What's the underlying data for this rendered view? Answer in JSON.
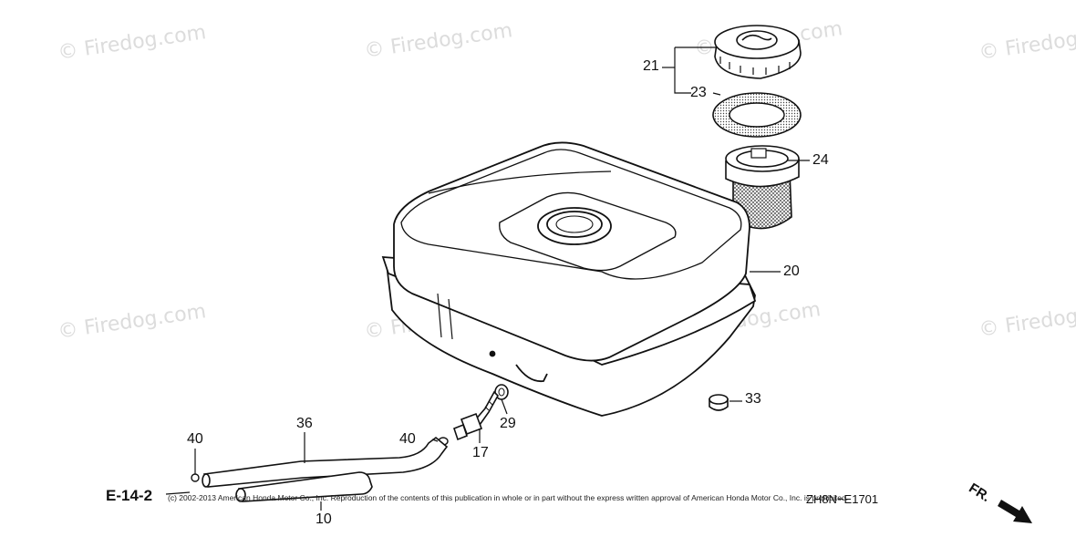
{
  "watermarks": {
    "w1": "© Firedog.com",
    "w2": "© Firedog.com",
    "w3": "© Firedog.com",
    "w4": "© Firedog.com",
    "w5": "© Firedog.com",
    "w6": "© Firedog.com",
    "w7": "© Firedog.com",
    "w8": "© Firedog.com"
  },
  "callouts": {
    "c21": "21",
    "c23": "23",
    "c24": "24",
    "c20": "20",
    "c33": "33",
    "c29": "29",
    "c17": "17",
    "c40a": "40",
    "c40b": "40",
    "c36": "36",
    "c10": "10"
  },
  "reference": "E-14-2",
  "copyright": "(c) 2002-2013 American Honda Motor Co., Inc. Reproduction of the contents of this publication in whole or in part without the express written approval of American Honda Motor Co., Inc. is prohibited.",
  "diagram_code": "ZH8N−E1701",
  "direction_label": "FR."
}
